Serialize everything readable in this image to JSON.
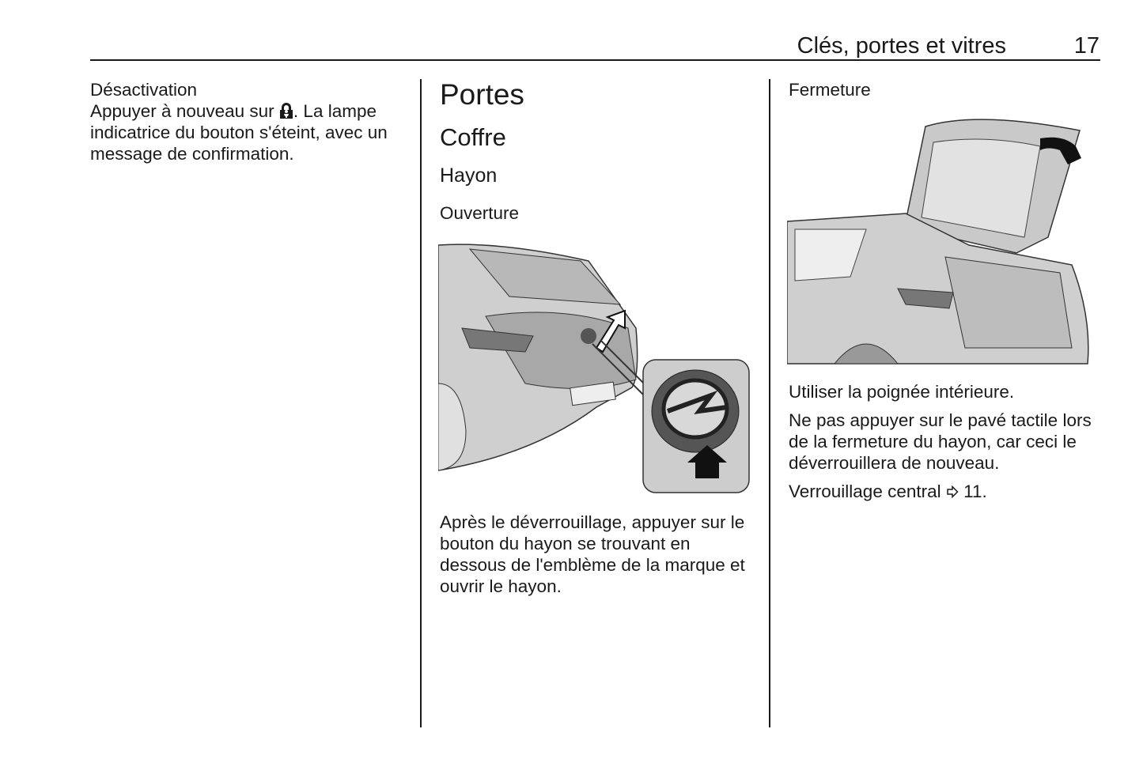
{
  "header": {
    "chapter_title": "Clés, portes et vitres",
    "page_number": "17"
  },
  "left_column": {
    "heading": "Désactivation",
    "text_before_icon": "Appuyer à nouveau sur ",
    "icon": "child-lock-icon",
    "text_after_icon": ". La lampe indicatrice du bouton s'éteint, avec un message de confirmation."
  },
  "middle_column": {
    "title": "Portes",
    "section": "Coffre",
    "subsection": "Hayon",
    "heading": "Ouverture",
    "figure": "tailgate-button-illustration",
    "paragraph": "Après le déverrouillage, appuyer sur le bouton du hayon se trouvant en dessous de l'emblème de la marque et ouvrir le hayon."
  },
  "right_column": {
    "heading": "Fermeture",
    "figure": "tailgate-closing-illustration",
    "paragraph1": "Utiliser la poignée intérieure.",
    "paragraph2": "Ne pas appuyer sur le pavé tactile lors de la fermeture du hayon, car ceci le déverrouillera de nouveau.",
    "crossref_text": "Verrouillage central ",
    "crossref_icon": "arrow-right-outline-icon",
    "crossref_page": "11."
  }
}
